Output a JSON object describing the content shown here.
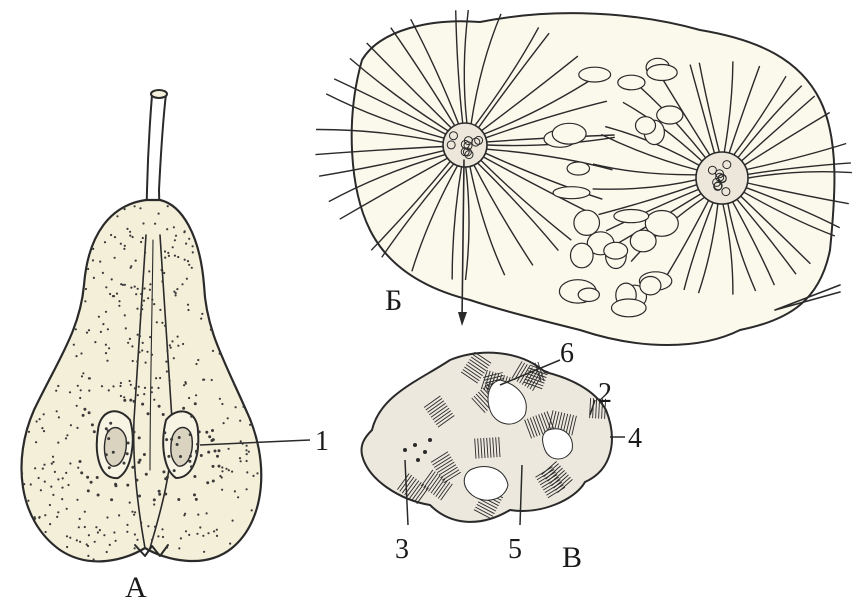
{
  "figure": {
    "panels": [
      {
        "id": "pear",
        "label": "А"
      },
      {
        "id": "stone-cell-groups",
        "label": "Б"
      },
      {
        "id": "stone-cell-section",
        "label": "В"
      }
    ],
    "callouts": [
      {
        "id": "c1",
        "label": "1"
      },
      {
        "id": "c2",
        "label": "2"
      },
      {
        "id": "c3",
        "label": "3"
      },
      {
        "id": "c4",
        "label": "4"
      },
      {
        "id": "c5",
        "label": "5"
      },
      {
        "id": "c6",
        "label": "6"
      }
    ],
    "colors": {
      "ink": "#2a2a2a",
      "pear_flesh": "#f4efd9",
      "cell_fill": "#fbf8ec",
      "stone_cell": "#e9e5dc",
      "background": "#ffffff"
    }
  }
}
